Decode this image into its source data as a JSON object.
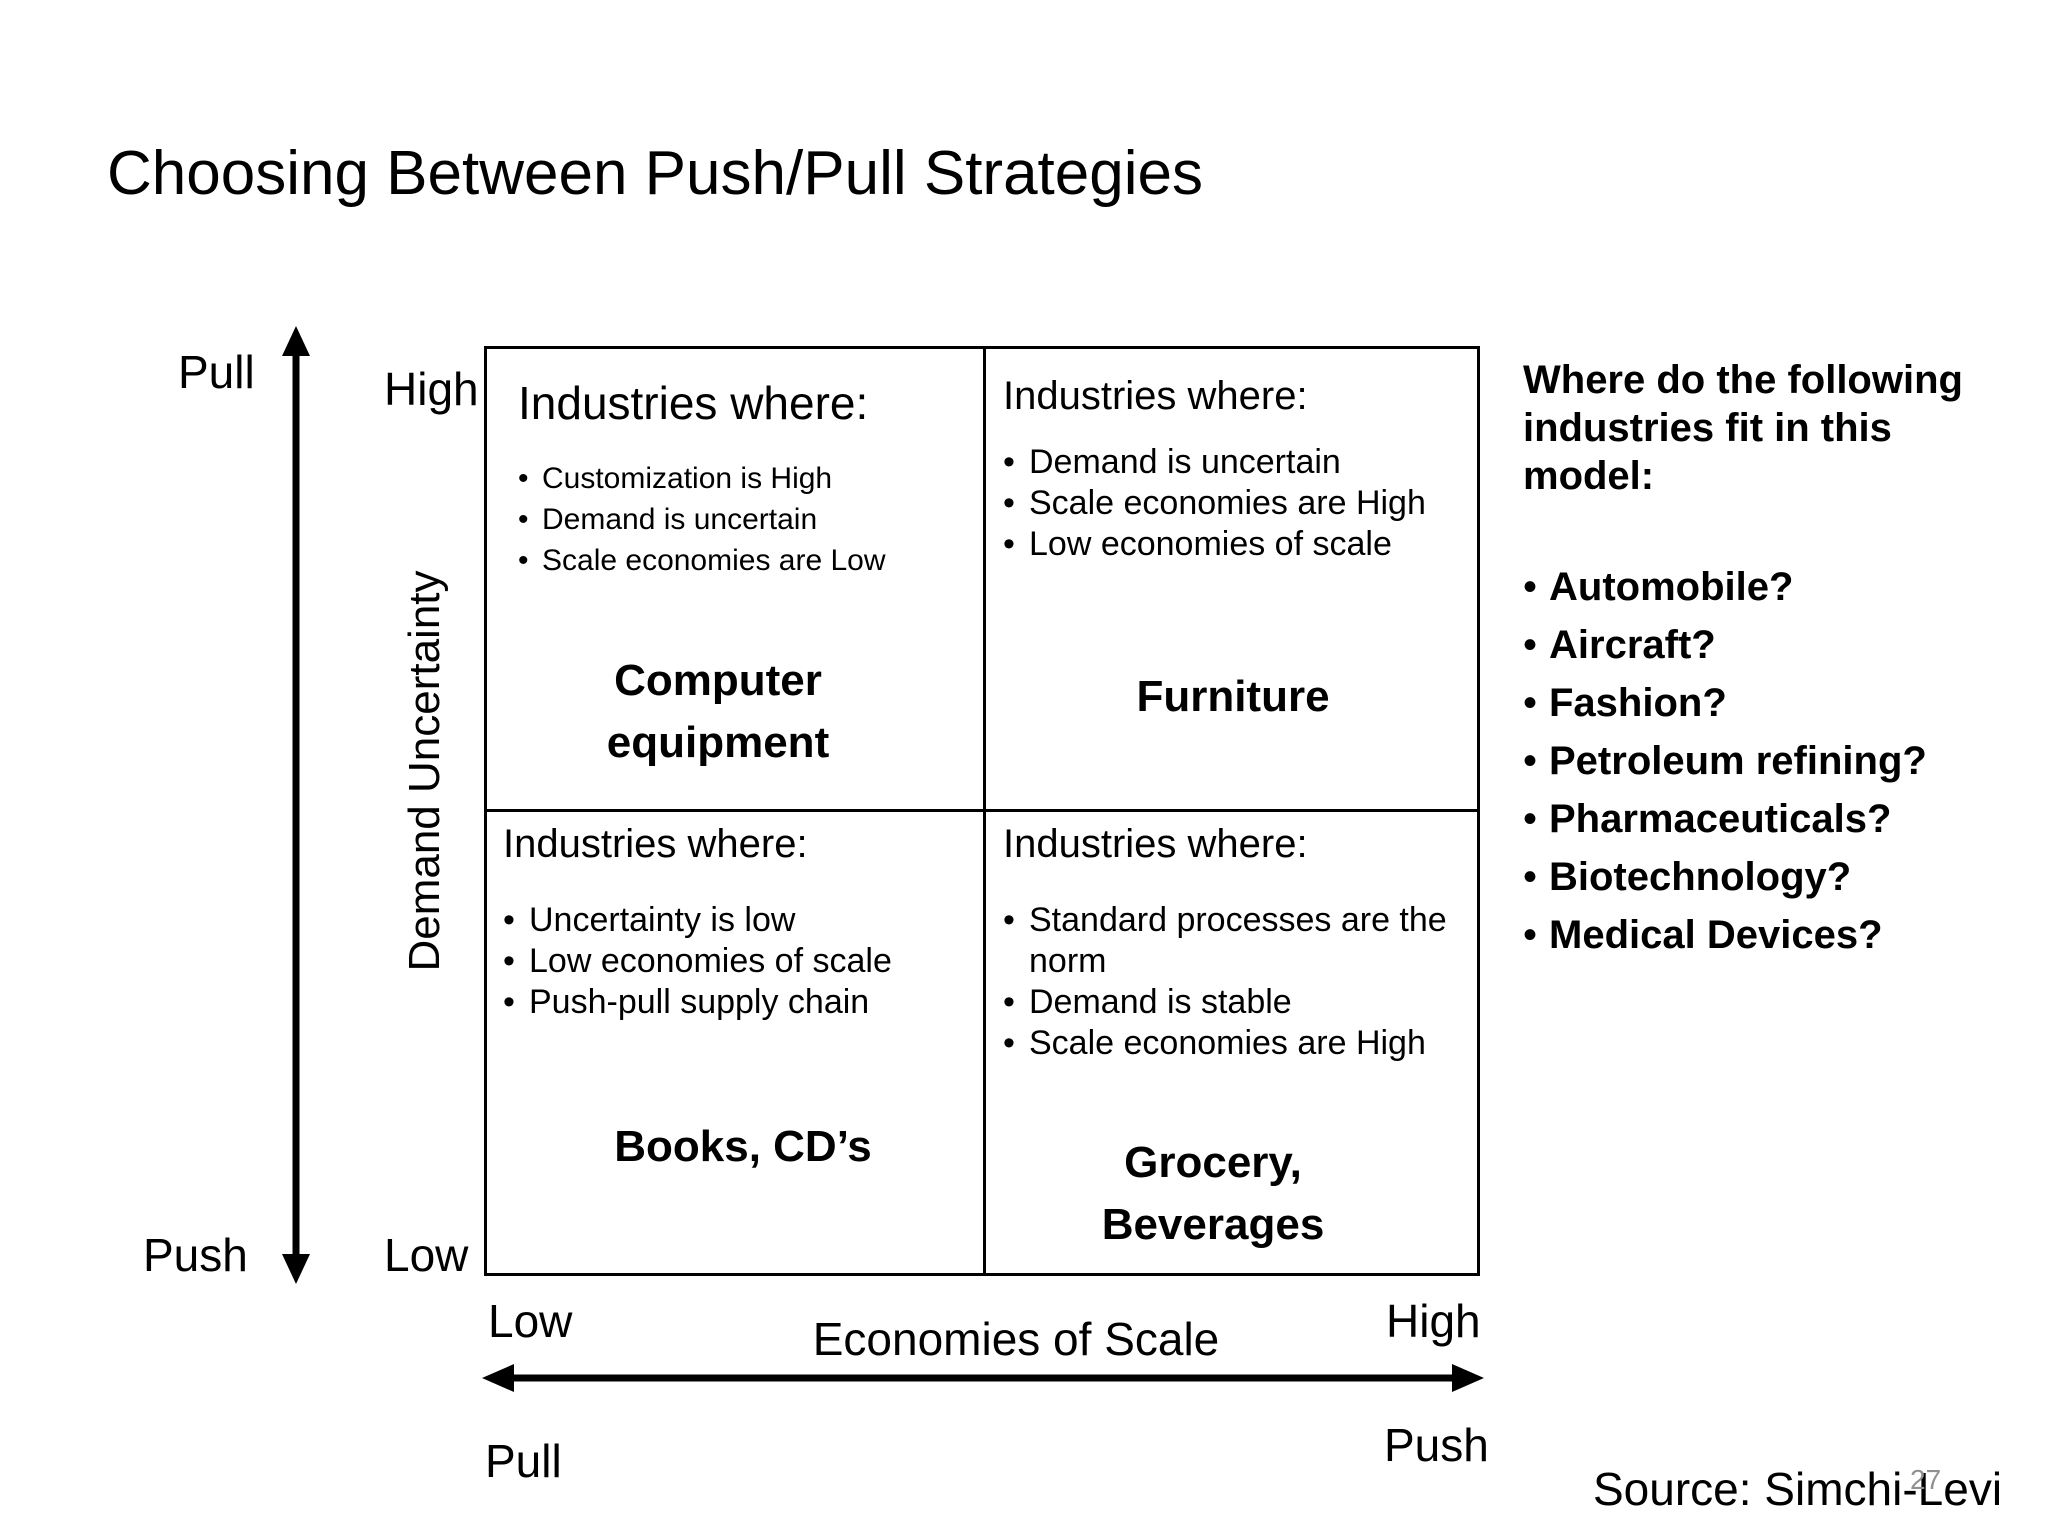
{
  "slide": {
    "title": "Choosing Between Push/Pull Strategies",
    "source": "Source:  Simchi-Levi",
    "page_number": "27"
  },
  "axes": {
    "y": {
      "label": "Demand Uncertainty",
      "high": "High",
      "low": "Low",
      "strategy_top": "Pull",
      "strategy_bottom": "Push"
    },
    "x": {
      "label": "Economies of Scale",
      "low": "Low",
      "high": "High",
      "strategy_left": "Pull",
      "strategy_right": "Push"
    }
  },
  "quadrants": {
    "top_left": {
      "heading": "Industries where:",
      "bullets": [
        "Customization is High",
        "Demand is uncertain",
        "Scale economies are Low"
      ],
      "industry": "Computer\nequipment"
    },
    "top_right": {
      "heading": "Industries where:",
      "bullets": [
        "Demand is uncertain",
        "Scale economies are High",
        "Low economies of scale"
      ],
      "industry": "Furniture"
    },
    "bottom_left": {
      "heading": "Industries where:",
      "bullets": [
        "Uncertainty is low",
        "Low economies of scale",
        "Push-pull supply chain"
      ],
      "industry": "Books, CD’s"
    },
    "bottom_right": {
      "heading": "Industries where:",
      "bullets": [
        "Standard processes are the norm",
        "Demand is stable",
        "Scale economies are High"
      ],
      "industry": "Grocery,\nBeverages"
    }
  },
  "sidebar": {
    "question": "Where do the following industries fit in this model:",
    "items": [
      "Automobile?",
      "Aircraft?",
      "Fashion?",
      "Petroleum refining?",
      "Pharmaceuticals?",
      "Biotechnology?",
      "Medical Devices?"
    ]
  }
}
